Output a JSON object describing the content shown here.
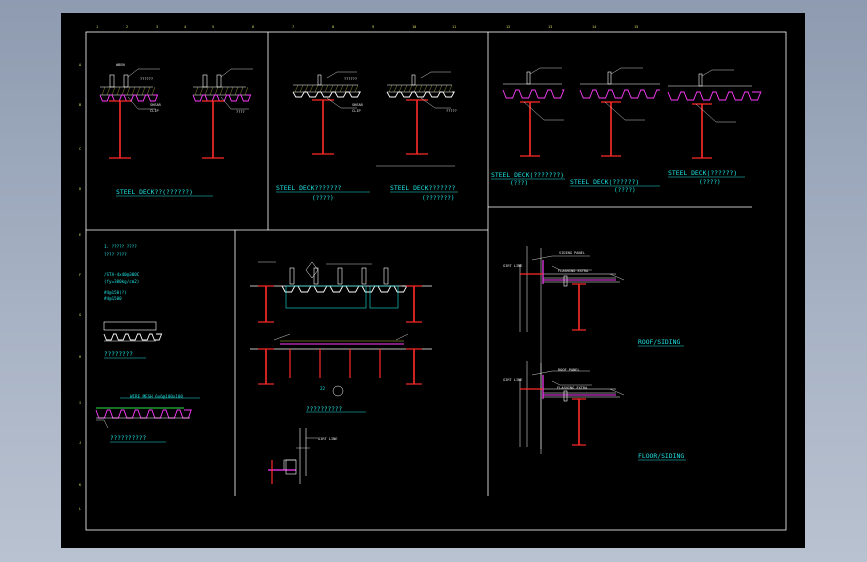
{
  "colors": {
    "frame": "#ffffff",
    "steel": "#ff2a2a",
    "deck": "#ff3cff",
    "text": "#1ee2e2",
    "leader": "#ffffff",
    "hatch": "#f0f060",
    "mesh": "#2fe04a"
  },
  "grid": {
    "top": [
      "1",
      "2",
      "3",
      "4",
      "5",
      "6",
      "7",
      "8",
      "9",
      "10",
      "11",
      "12",
      "13",
      "14",
      "15"
    ],
    "left": [
      "A",
      "B",
      "C",
      "D",
      "E",
      "F",
      "G",
      "H",
      "I",
      "J",
      "K",
      "L"
    ]
  },
  "panel1": {
    "label": "STEEL DECK??(??????)",
    "callouts": [
      "#BEN",
      "??????",
      "SHEAR",
      "CLIP",
      "????"
    ]
  },
  "panel2": {
    "label1": "STEEL DECK???????",
    "sub1": "(????)",
    "label2": "STEEL DECK???????",
    "sub2": "(???????)",
    "callouts": [
      "??????",
      "SHEAR",
      "CLIP",
      "?????"
    ]
  },
  "panel3": {
    "label1": "STEEL DECK(???????)",
    "sub1": "(???)",
    "label2": "STEEL DECK(??????)",
    "sub2": "(????)",
    "label3": "STEEL DECK(??????)",
    "sub3": "(????)"
  },
  "panel4": {
    "notes": [
      "1. ????? ????",
      "/STA-4x40@300C",
      "(fy=300kg/cm2)",
      "#4@150(?)",
      "#4@1500"
    ],
    "section1": "????????",
    "mesh": "WIRE MESH 6x6@100x100",
    "section2": "??????????"
  },
  "panel5": {
    "caption": "??????????",
    "tag": "22"
  },
  "panel6": {
    "roof": "ROOF/SIDING",
    "floor": "FLOOR/SIDING",
    "callouts": [
      "GIRT LINE",
      "SIDING PANEL",
      "FLASHING EXTRA",
      "GIRT LINE",
      "ROOF PANEL",
      "FLASHING EXTRA"
    ]
  },
  "small": {
    "callout": "GIRT LINE"
  }
}
